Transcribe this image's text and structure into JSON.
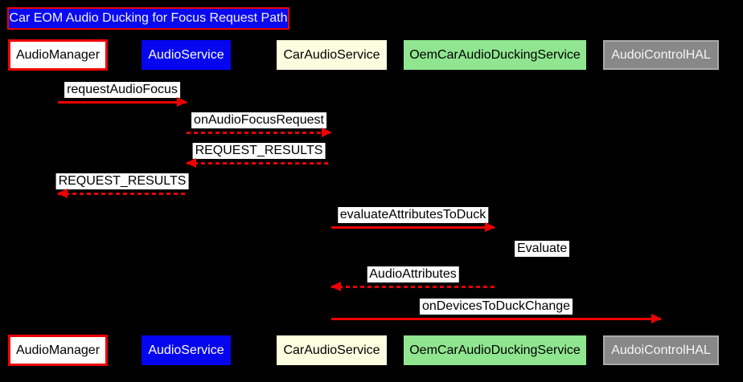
{
  "title": "Car EOM Audio Ducking for Focus Request Path",
  "participants": [
    {
      "id": "audio-manager",
      "label": "AudioManager",
      "bg": "#ffffff",
      "text": "#000000",
      "border": "#ee0000"
    },
    {
      "id": "audio-service",
      "label": "AudioService",
      "bg": "#0505f0",
      "text": "#ffffff",
      "border": "#0505f0"
    },
    {
      "id": "car-audio-service",
      "label": "CarAudioService",
      "bg": "#fdfde0",
      "text": "#000000",
      "border": "#fdfde0"
    },
    {
      "id": "oem-car-audio-ducking-service",
      "label": "OemCarAudioDuckingService",
      "bg": "#90e690",
      "text": "#000000",
      "border": "#90e690"
    },
    {
      "id": "audoi-control-hal",
      "label": "AudoiControlHAL",
      "bg": "#888888",
      "text": "#f5f5f5",
      "border": "#aaaaaa"
    }
  ],
  "messages": [
    {
      "label": "requestAudioFocus",
      "from": "AudioManager",
      "to": "AudioService",
      "line": "solid",
      "direction": "right"
    },
    {
      "label": "onAudioFocusRequest",
      "from": "AudioService",
      "to": "CarAudioService",
      "line": "dashed",
      "direction": "right"
    },
    {
      "label": "REQUEST_RESULTS",
      "from": "CarAudioService",
      "to": "AudioService",
      "line": "dashed",
      "direction": "left"
    },
    {
      "label": "REQUEST_RESULTS",
      "from": "AudioService",
      "to": "AudioManager",
      "line": "dashed",
      "direction": "left"
    },
    {
      "label": "evaluateAttributesToDuck",
      "from": "CarAudioService",
      "to": "OemCarAudioDuckingService",
      "line": "solid",
      "direction": "right"
    },
    {
      "label": "Evaluate",
      "from": "OemCarAudioDuckingService",
      "to": "OemCarAudioDuckingService",
      "line": "none",
      "direction": "self"
    },
    {
      "label": "AudioAttributes",
      "from": "OemCarAudioDuckingService",
      "to": "CarAudioService",
      "line": "dashed",
      "direction": "left"
    },
    {
      "label": "onDevicesToDuckChange",
      "from": "CarAudioService",
      "to": "AudoiControlHAL",
      "line": "solid",
      "direction": "right"
    }
  ],
  "colors": {
    "background": "#000000",
    "arrow": "#ee0000",
    "title_bg": "#0a0af0",
    "title_border": "#ee0000",
    "title_text": "#f2f2ff",
    "label_bg": "#ffffff",
    "label_text": "#000000"
  }
}
